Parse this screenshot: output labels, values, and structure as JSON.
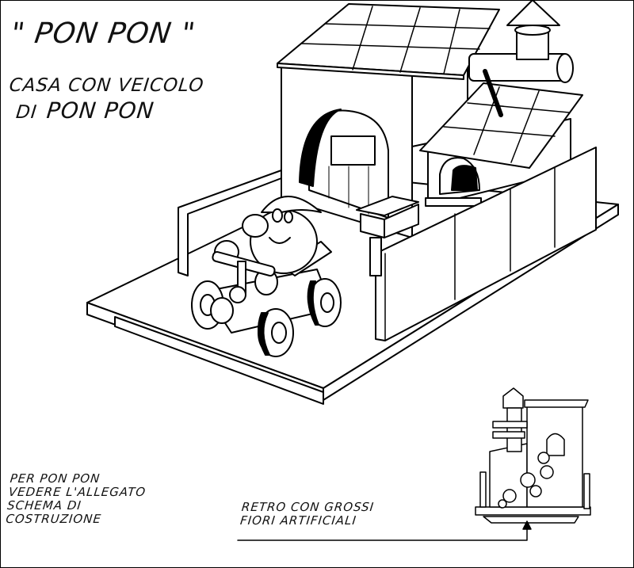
{
  "title": "\" PON PON \"",
  "subtitle": {
    "line1": "CASA CON VEICOLO",
    "line2_prefix": "DI",
    "line2_name": "PON PON"
  },
  "note_left": [
    "PER PON PON",
    "VEDERE L'ALLEGATO",
    "SCHEMA DI",
    "COSTRUZIONE"
  ],
  "note_right": [
    "RETRO CON GROSSI",
    "FIORI ARTIFICIALI"
  ]
}
